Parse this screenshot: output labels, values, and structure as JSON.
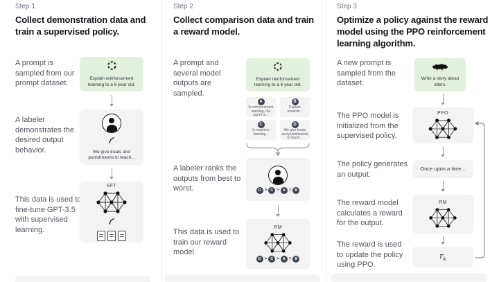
{
  "colors": {
    "green_box": "#e4f0de",
    "gray_box": "#f3f3f4",
    "badge": "#3e4450",
    "arrow": "#9a9a9a",
    "divider": "#ececec",
    "title_text": "#17181c",
    "body_text": "#55565f",
    "step_label": "#6e6e80"
  },
  "steps": [
    {
      "label": "Step 1",
      "title": "Collect demonstration data and train a supervised policy.",
      "texts": {
        "prompt": "A prompt is sampled from our prompt dataset.",
        "labeler": "A labeler demonstrates the desired output behavior.",
        "finetune": "This data is used to fine-tune GPT-3.5 with supervised learning."
      },
      "flow": {
        "prompt_box": {
          "icon": "refresh-loop-icon",
          "text": "Explain reinforcement learning to a 6 year old."
        },
        "labeler_box": {
          "icon": "labeler-person-icon",
          "pen_icon": "quill-icon",
          "text": "We give treats and punishments to teach..."
        },
        "sft_box": {
          "label": "SFT",
          "icon": "neural-network-icon",
          "pen_icon": "quill-icon",
          "docs_icon": "documents-icon"
        }
      }
    },
    {
      "label": "Step 2",
      "title": "Collect comparison data and train a reward model.",
      "texts": {
        "sampled": "A prompt and several model outputs are sampled.",
        "ranks": "A labeler ranks the outputs from best to worst.",
        "train_rm": "This data is used to train our reward model."
      },
      "flow": {
        "prompt_box": {
          "icon": "refresh-loop-icon",
          "text": "Explain reinforcement learning to a 6 year old."
        },
        "outputs": [
          {
            "badge": "A",
            "text": "In reinforcement learning, the agent is..."
          },
          {
            "badge": "B",
            "text": "Explain rewards..."
          },
          {
            "badge": "C",
            "text": "In machine learning..."
          },
          {
            "badge": "D",
            "text": "We give treats and punishments to teach..."
          }
        ],
        "labeler_box": {
          "icon": "labeler-person-icon"
        },
        "ranking": {
          "order": [
            "D",
            "C",
            "A",
            "B"
          ],
          "separators": [
            ">",
            ">",
            "="
          ]
        },
        "rm_box": {
          "label": "RM",
          "icon": "neural-network-icon"
        }
      }
    },
    {
      "label": "Step 3",
      "title": "Optimize a policy against the reward model using the PPO reinforcement learning algorithm.",
      "texts": {
        "new_prompt": "A new prompt is sampled from the dataset.",
        "ppo_init": "The PPO model is initialized from the supervised policy.",
        "generates": "The policy generates an output.",
        "rm_calc": "The reward model calculates a reward for the output.",
        "update": "The reward is used to update the policy using PPO."
      },
      "flow": {
        "prompt_box": {
          "icon": "otter-icon",
          "text": "Write a story about otters."
        },
        "ppo_box": {
          "label": "PPO",
          "icon": "neural-network-icon"
        },
        "output_box": {
          "text": "Once upon a time..."
        },
        "rm_box": {
          "label": "RM",
          "icon": "neural-network-icon"
        },
        "reward_box": {
          "base": "r",
          "sub": "k",
          "icon": "reward-scalar"
        },
        "loop": {
          "icon": "feedback-loop-arrow"
        }
      }
    }
  ]
}
